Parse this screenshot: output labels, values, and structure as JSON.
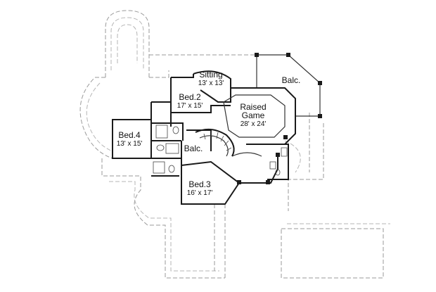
{
  "rooms": [
    {
      "name": "Sitting",
      "dims": "13' x 13'"
    },
    {
      "name": "Bed.2",
      "dims": "17' x 15'"
    },
    {
      "name": "Raised",
      "name2": "Game",
      "dims": "28' x 24'"
    },
    {
      "name": "Bed.4",
      "dims": "13' x 15'"
    },
    {
      "name": "Bed.3",
      "dims": "16' x 17'"
    }
  ],
  "labels": {
    "balc_top": "Balc.",
    "balc_stair": "Balc."
  }
}
